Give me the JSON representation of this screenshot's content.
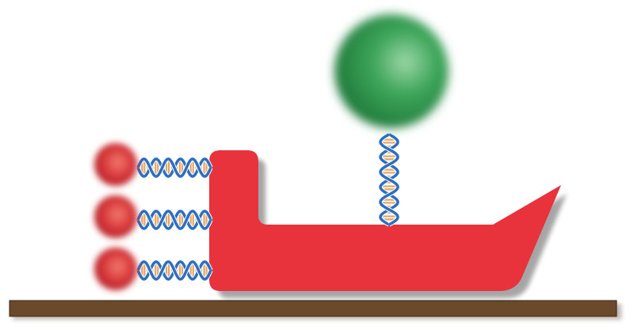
{
  "colors": {
    "background": "#ffffff",
    "boat": "#e8323c",
    "platform": "#6b4a2c",
    "red_sphere": "#d8393c",
    "green_sphere": "#2f9a4c",
    "dna_backbone": "#2c6fc2",
    "dna_rung": "#e2a565"
  },
  "icons": {
    "boat": "boat-shape",
    "platform": "wooden-platform",
    "spheres": "blurred-sphere",
    "linkers": "dna-double-helix"
  }
}
